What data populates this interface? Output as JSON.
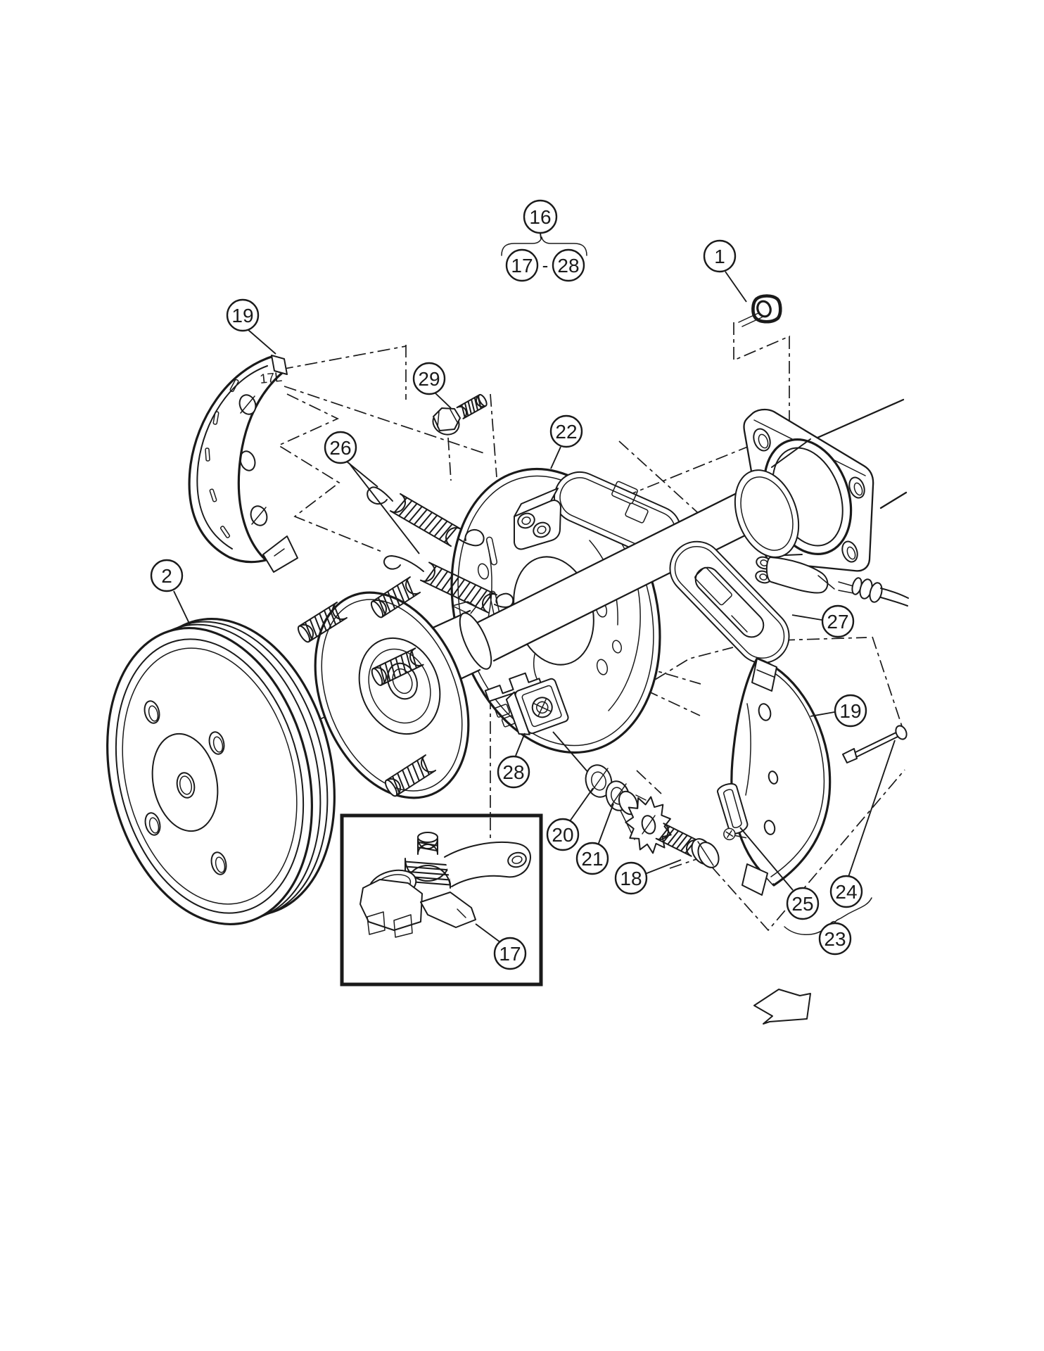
{
  "colors": {
    "background": "#ffffff",
    "ink": "#1a1a1a"
  },
  "callouts": {
    "group": "16",
    "range_from": "17",
    "range_sep": "-",
    "range_to": "28",
    "nut": "1",
    "shoe_left": "19",
    "bolt": "29",
    "backing_plate": "22",
    "springs": "26",
    "drum": "2",
    "seal": "27",
    "shoe_right": "19",
    "adjuster_housing": "28",
    "washer": "20",
    "wave_washer": "21",
    "adjuster_screw": "18",
    "retainer_clip": "25",
    "pin": "24",
    "shoe_set": "23",
    "brake_lever": "17",
    "shoe_stamp": "17L"
  }
}
